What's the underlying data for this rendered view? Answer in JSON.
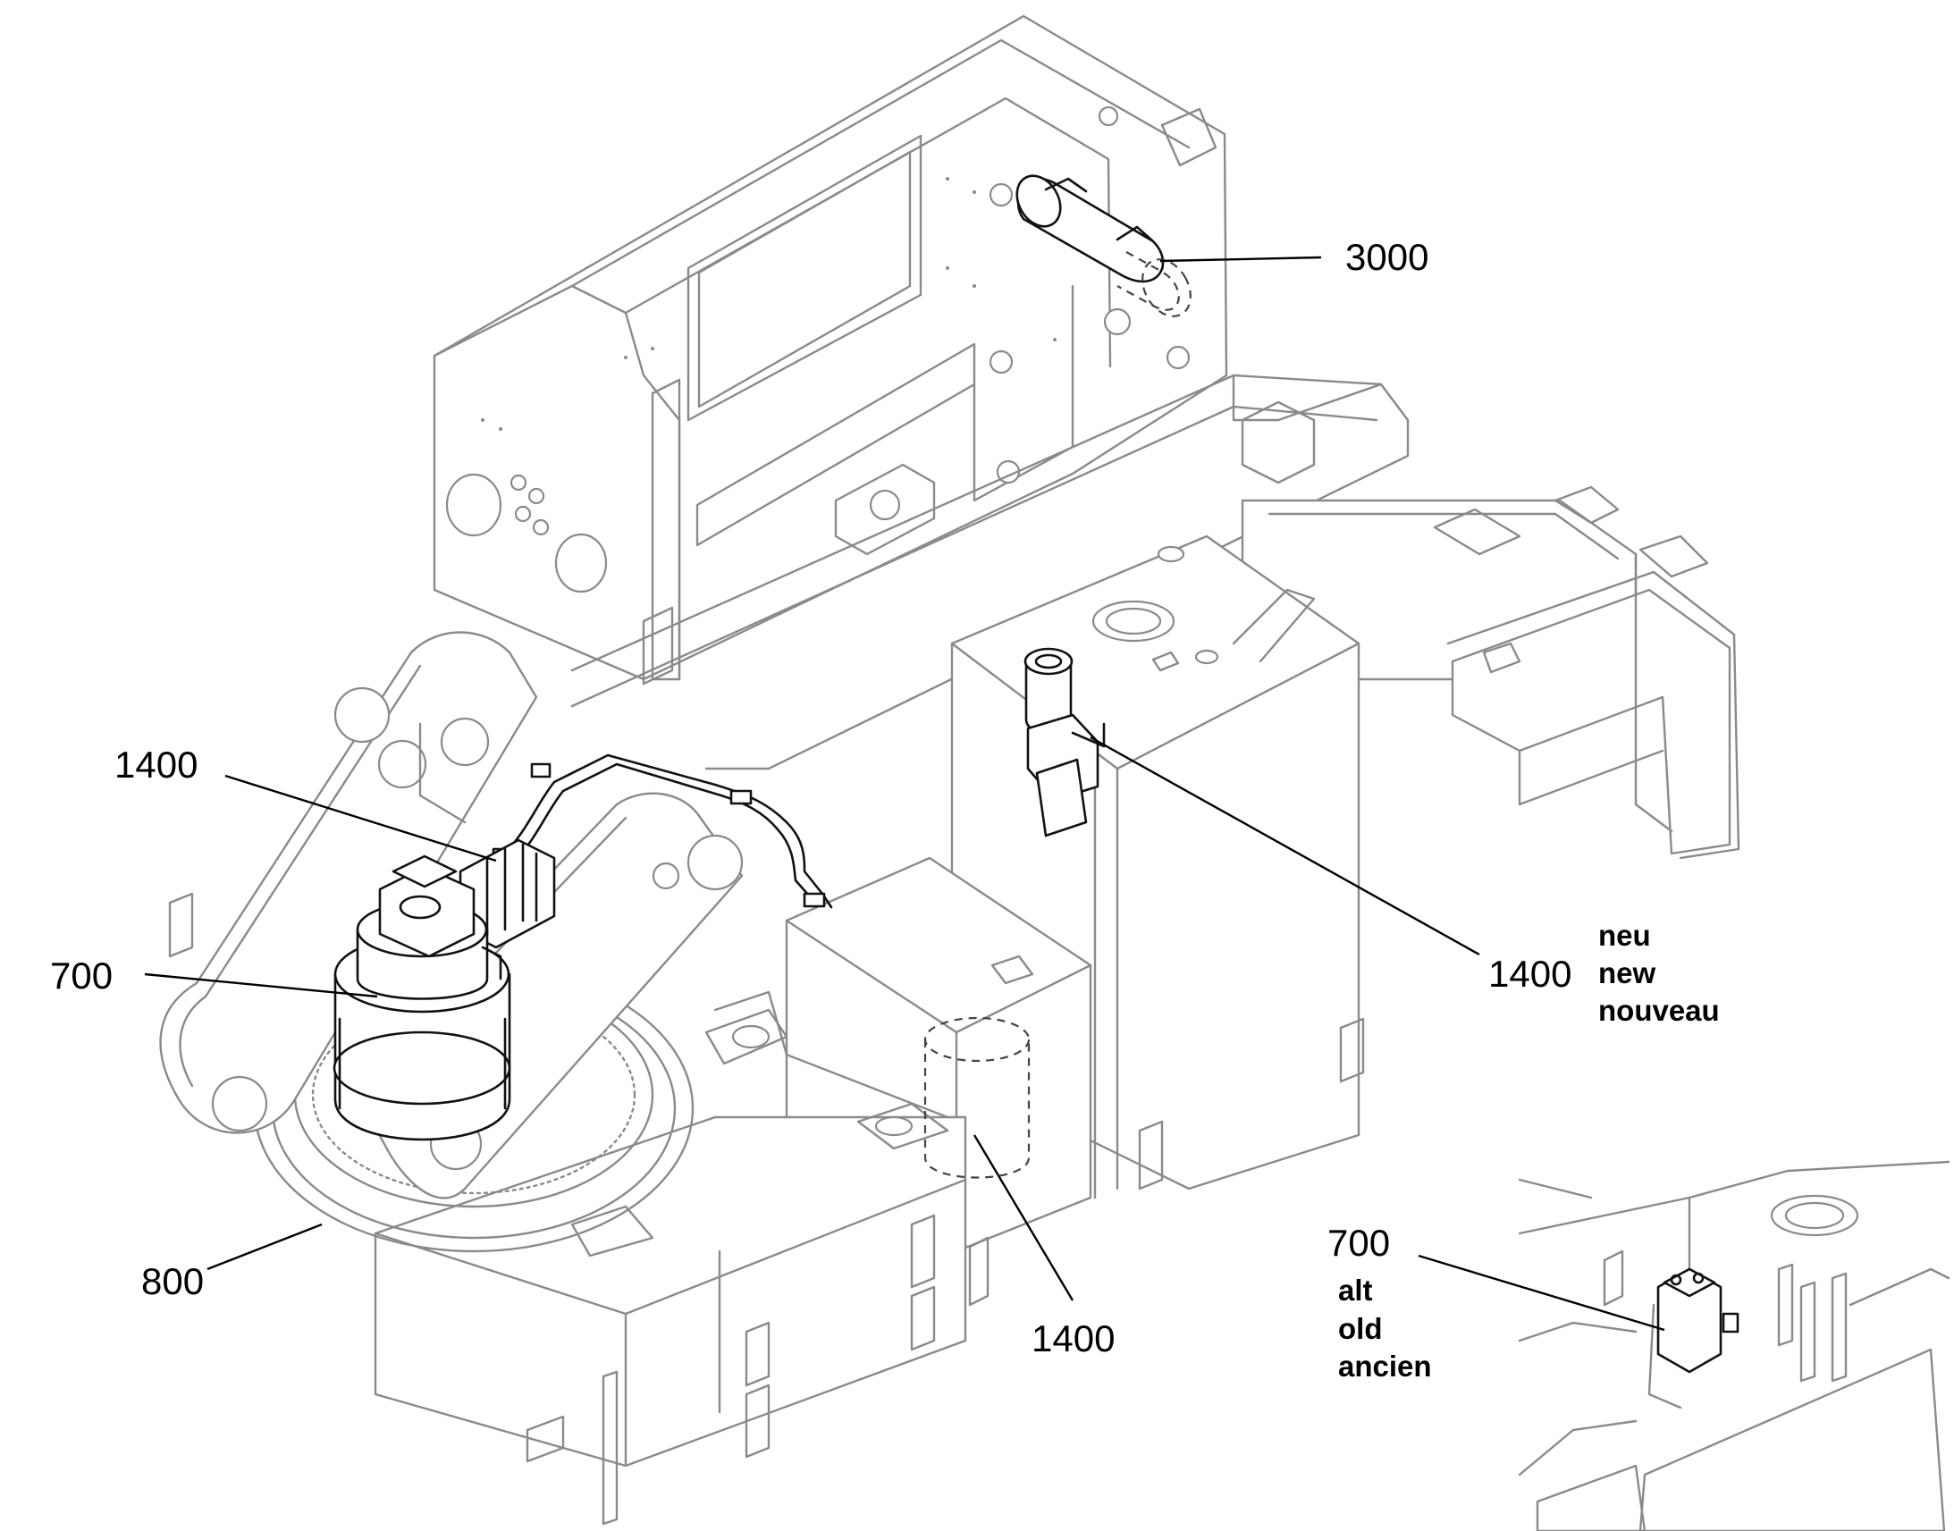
{
  "callouts": {
    "c3000": "3000",
    "c1400_left": "1400",
    "c700": "700",
    "c800": "800",
    "c1400_new": "1400",
    "c1400_bottom": "1400",
    "c700_inset": "700"
  },
  "notes": {
    "new": [
      "neu",
      "new",
      "nouveau"
    ],
    "old": [
      "alt",
      "old",
      "ancien"
    ]
  }
}
